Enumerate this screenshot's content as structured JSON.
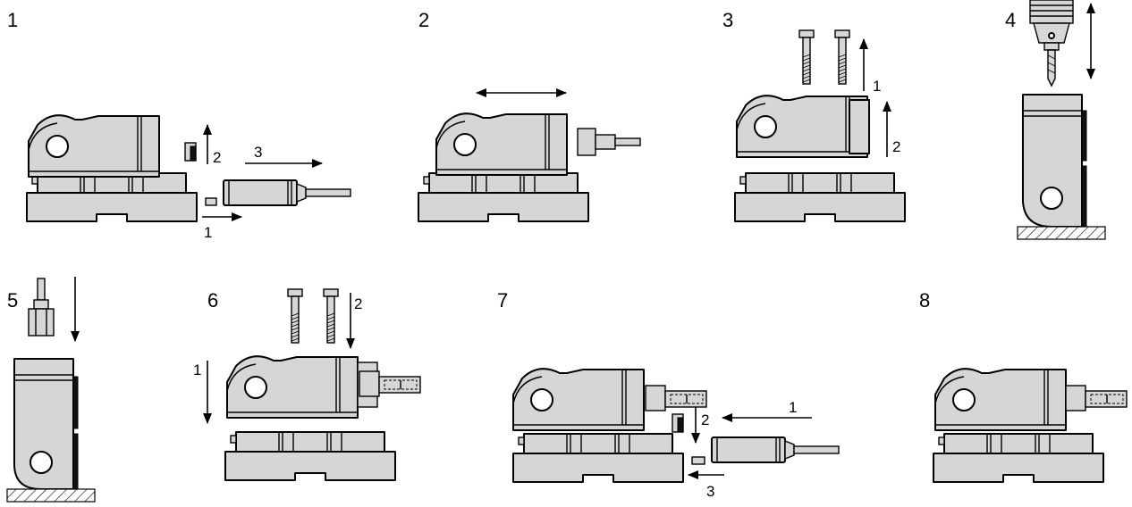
{
  "steps": [
    {
      "label": "1",
      "arrows": [
        "1",
        "2",
        "3"
      ]
    },
    {
      "label": "2",
      "arrows": []
    },
    {
      "label": "3",
      "arrows": [
        "1",
        "2"
      ]
    },
    {
      "label": "4",
      "arrows": []
    },
    {
      "label": "5",
      "arrows": []
    },
    {
      "label": "6",
      "arrows": [
        "1",
        "2"
      ]
    },
    {
      "label": "7",
      "arrows": [
        "1",
        "2",
        "3"
      ]
    },
    {
      "label": "8",
      "arrows": []
    }
  ],
  "colors": {
    "part_fill": "#d6d6d6",
    "outline": "#000000",
    "background": "#ffffff"
  }
}
